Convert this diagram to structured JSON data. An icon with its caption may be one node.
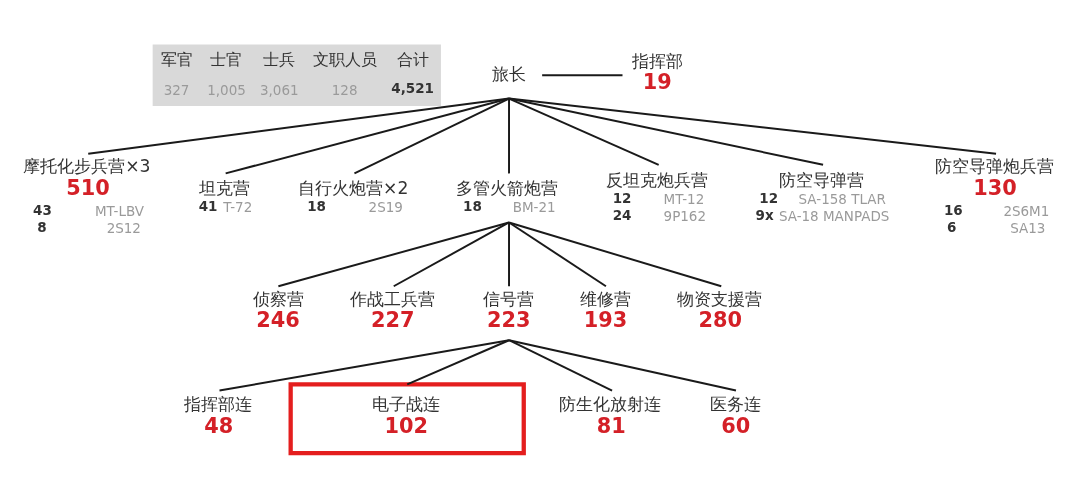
{
  "diagram": {
    "nodes": [
      {
        "text": [
          "旅长"
        ]
      },
      {
        "text": [
          "指挥部",
          "19"
        ]
      },
      {
        "text": [
          "摩托化步兵营×3",
          "510",
          "43 MT-LBV",
          "8 2S12"
        ]
      },
      {
        "text": [
          "坦克营",
          "41 T-72"
        ]
      },
      {
        "text": [
          "自行火炮营×2",
          "18 2S19"
        ]
      },
      {
        "text": [
          "多管火箭炮营",
          "18 BM-21"
        ]
      },
      {
        "text": [
          "反坦克炮兵营",
          "12 MT-12",
          "24 9P162"
        ]
      },
      {
        "text": [
          "防空导弹营",
          "12 SA-158 TLAR",
          "9x SA-18 MANPADS"
        ]
      },
      {
        "text": [
          "防空导弹炮兵营",
          "130",
          "16 2S6M1",
          "6 SA13"
        ]
      },
      {
        "text": [
          "侦察营",
          "246"
        ]
      },
      {
        "text": [
          "作战工兵营",
          "227"
        ]
      },
      {
        "text": [
          "信号营",
          "223"
        ]
      },
      {
        "text": [
          "维修营",
          "193"
        ]
      },
      {
        "text": [
          "物资支援营",
          "280"
        ]
      },
      {
        "text": [
          "指挥部连",
          "48"
        ]
      },
      {
        "text": [
          "电子战连",
          "102"
        ]
      },
      {
        "text": [
          "防生化放射连",
          "81"
        ]
      },
      {
        "text": [
          "医务连",
          "60"
        ]
      }
    ],
    "edges": [
      {
        "from": 0,
        "to": 1,
        "arrow": "none"
      },
      {
        "from": 0,
        "to": 2,
        "arrow": "none"
      },
      {
        "from": 0,
        "to": 3,
        "arrow": "none"
      },
      {
        "from": 0,
        "to": 4,
        "arrow": "none"
      },
      {
        "from": 0,
        "to": 5,
        "arrow": "none"
      },
      {
        "from": 0,
        "to": 6,
        "arrow": "none"
      },
      {
        "from": 0,
        "to": 7,
        "arrow": "none"
      },
      {
        "from": 0,
        "to": 8,
        "arrow": "none"
      },
      {
        "from": 5,
        "to": 9,
        "arrow": "none"
      },
      {
        "from": 5,
        "to": 10,
        "arrow": "none"
      },
      {
        "from": 5,
        "to": 11,
        "arrow": "none"
      },
      {
        "from": 5,
        "to": 12,
        "arrow": "none"
      },
      {
        "from": 5,
        "to": 13,
        "arrow": "none"
      },
      {
        "from": 11,
        "to": 14,
        "arrow": "none"
      },
      {
        "from": 11,
        "to": 15,
        "arrow": "none"
      },
      {
        "from": 11,
        "to": 16,
        "arrow": "none"
      },
      {
        "from": 11,
        "to": 17,
        "arrow": "none"
      }
    ],
    "labels": [
      "军官",
      "士官",
      "士兵",
      "文职人员",
      "合计",
      "327",
      "1,005",
      "3,061",
      "128",
      "4,521"
    ]
  }
}
